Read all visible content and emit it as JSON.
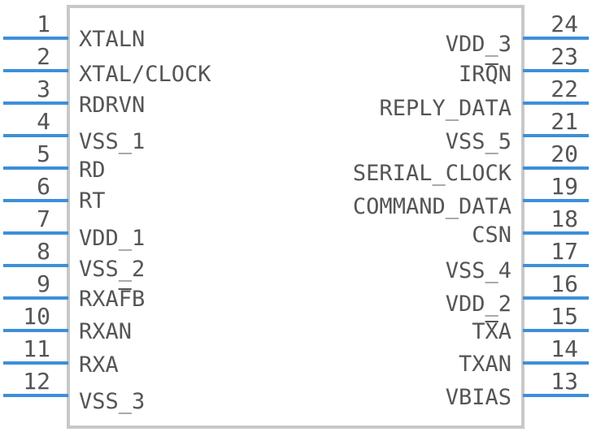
{
  "diagram": {
    "left_pins": [
      {
        "number": "1",
        "label": "XTALN"
      },
      {
        "number": "2",
        "label": "XTAL/CLOCK"
      },
      {
        "number": "3",
        "label": "RDRVN"
      },
      {
        "number": "4",
        "label": "VSS_1"
      },
      {
        "number": "5",
        "label": "RD"
      },
      {
        "number": "6",
        "label": "RT"
      },
      {
        "number": "7",
        "label": "VDD_1"
      },
      {
        "number": "8",
        "label": "VSS_2"
      },
      {
        "number": "9",
        "label": "RXAFB"
      },
      {
        "number": "10",
        "label": "RXAN"
      },
      {
        "number": "11",
        "label": "RXA"
      },
      {
        "number": "12",
        "label": "VSS_3"
      }
    ],
    "right_pins": [
      {
        "number": "24",
        "label": "VDD_3"
      },
      {
        "number": "23",
        "label": "IRQN"
      },
      {
        "number": "22",
        "label": "REPLY_DATA"
      },
      {
        "number": "21",
        "label": "VSS_5"
      },
      {
        "number": "20",
        "label": "SERIAL_CLOCK"
      },
      {
        "number": "19",
        "label": "COMMAND_DATA"
      },
      {
        "number": "18",
        "label": "CSN"
      },
      {
        "number": "17",
        "label": "VSS_4"
      },
      {
        "number": "16",
        "label": "VDD_2"
      },
      {
        "number": "15",
        "label": "TXA"
      },
      {
        "number": "14",
        "label": "TXAN"
      },
      {
        "number": "13",
        "label": "VBIAS"
      }
    ],
    "colors": {
      "pin_line": "#3d8fd9",
      "body_outline": "#c8c8c8",
      "text": "#555555"
    }
  }
}
